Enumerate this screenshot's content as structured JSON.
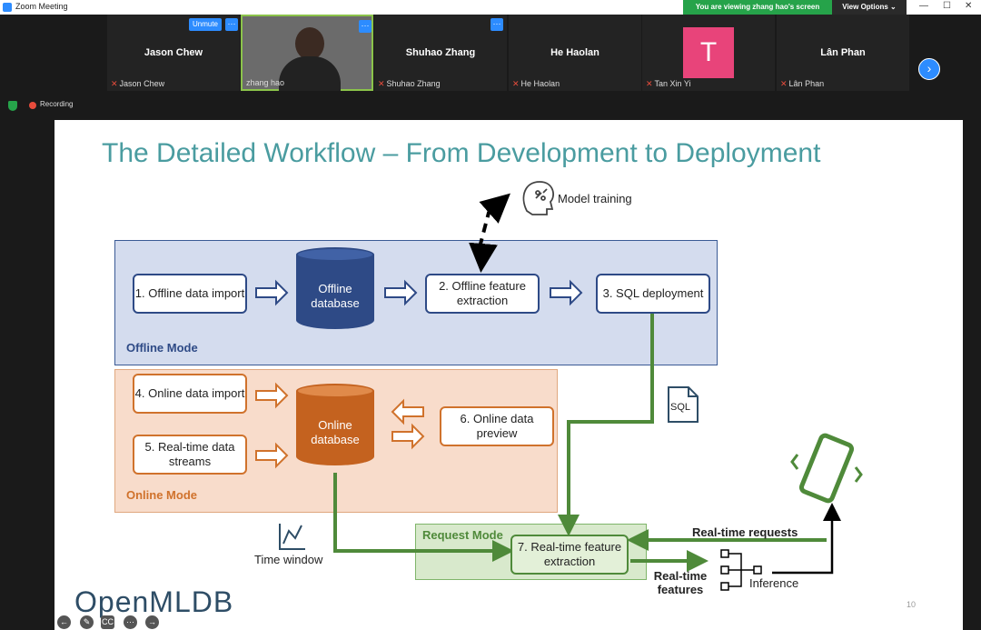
{
  "window": {
    "title": "Zoom Meeting",
    "minimize": "—",
    "maximize": "☐",
    "close": "✕"
  },
  "banner": {
    "viewing": "You are viewing zhang hao's screen",
    "view_options": "View Options ⌄"
  },
  "participants": [
    {
      "display_name": "Jason Chew",
      "label": "Jason Chew",
      "muted": true
    },
    {
      "display_name": "",
      "label": "zhang hao",
      "muted": false,
      "video": true
    },
    {
      "display_name": "Shuhao Zhang",
      "label": "Shuhao Zhang",
      "muted": true
    },
    {
      "display_name": "He Haolan",
      "label": "He Haolan",
      "muted": true
    },
    {
      "display_name": "",
      "label": "Tan Xin Yi",
      "muted": true,
      "avatar_letter": "T"
    },
    {
      "display_name": "Lân Phan",
      "label": "Lân Phan",
      "muted": true
    }
  ],
  "tile_controls": {
    "unmute": "Unmute",
    "more": "···",
    "next": "›"
  },
  "status": {
    "recording": "Recording"
  },
  "slide": {
    "title": "The Detailed Workflow – From Development to Deployment",
    "model_training": "Model training",
    "offline_mode": "Offline Mode",
    "online_mode": "Online Mode",
    "request_mode": "Request Mode",
    "box1": "1. Offline data import",
    "offline_db": "Offline database",
    "box2": "2. Offline feature extraction",
    "box3": "3. SQL deployment",
    "box4": "4. Online data import",
    "box5": "5. Real-time data streams",
    "online_db": "Online database",
    "box6": "6. Online data preview",
    "sql_doc": "SQL",
    "box7": "7. Real-time feature extraction",
    "time_window": "Time window",
    "rt_requests": "Real-time requests",
    "rt_features": "Real-time features",
    "inference": "Inference",
    "page_number": "10",
    "logo": "OpenMLDB"
  },
  "bottom_controls": [
    "←",
    "✎",
    "CC",
    "···",
    "→"
  ],
  "colors": {
    "zoom_blue": "#2d8cff",
    "offline_blue": "#2e4a86",
    "online_orange": "#d0722c",
    "request_green": "#4f8a3a",
    "title_teal": "#4a9ca0"
  }
}
